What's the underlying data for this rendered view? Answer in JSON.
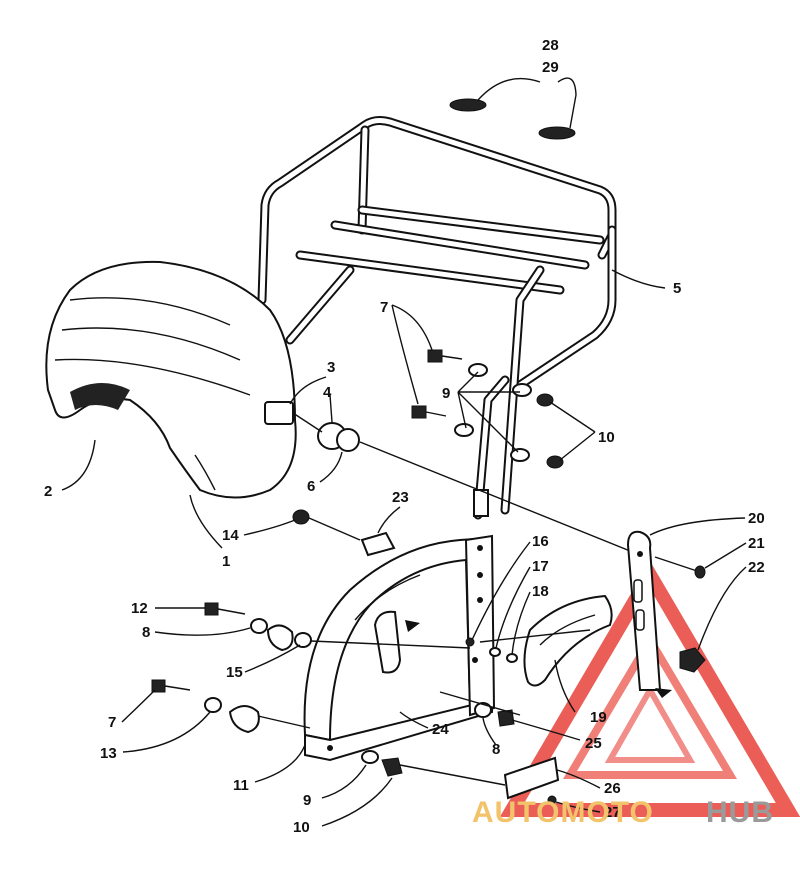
{
  "diagram": {
    "callouts": [
      {
        "id": "c28",
        "text": "28"
      },
      {
        "id": "c29",
        "text": "29"
      },
      {
        "id": "c5",
        "text": "5"
      },
      {
        "id": "c7a",
        "text": "7"
      },
      {
        "id": "c9a",
        "text": "9"
      },
      {
        "id": "c10a",
        "text": "10"
      },
      {
        "id": "c3",
        "text": "3"
      },
      {
        "id": "c4",
        "text": "4"
      },
      {
        "id": "c6",
        "text": "6"
      },
      {
        "id": "c2",
        "text": "2"
      },
      {
        "id": "c1",
        "text": "1"
      },
      {
        "id": "c14",
        "text": "14"
      },
      {
        "id": "c23",
        "text": "23"
      },
      {
        "id": "c20",
        "text": "20"
      },
      {
        "id": "c21",
        "text": "21"
      },
      {
        "id": "c22",
        "text": "22"
      },
      {
        "id": "c16",
        "text": "16"
      },
      {
        "id": "c17",
        "text": "17"
      },
      {
        "id": "c18",
        "text": "18"
      },
      {
        "id": "c12",
        "text": "12"
      },
      {
        "id": "c8a",
        "text": "8"
      },
      {
        "id": "c15",
        "text": "15"
      },
      {
        "id": "c7b",
        "text": "7"
      },
      {
        "id": "c13",
        "text": "13"
      },
      {
        "id": "c24",
        "text": "24"
      },
      {
        "id": "c8b",
        "text": "8"
      },
      {
        "id": "c19",
        "text": "19"
      },
      {
        "id": "c25",
        "text": "25"
      },
      {
        "id": "c11",
        "text": "11"
      },
      {
        "id": "c9b",
        "text": "9"
      },
      {
        "id": "c26",
        "text": "26"
      },
      {
        "id": "c27",
        "text": "27"
      },
      {
        "id": "c10b",
        "text": "10"
      }
    ]
  },
  "watermark": {
    "part1": "AUTOMOTO",
    "part2": "HUB",
    "color_logo": "#e8433a",
    "color_text1": "#f2c36b",
    "color_text2": "#9a9a9a"
  }
}
